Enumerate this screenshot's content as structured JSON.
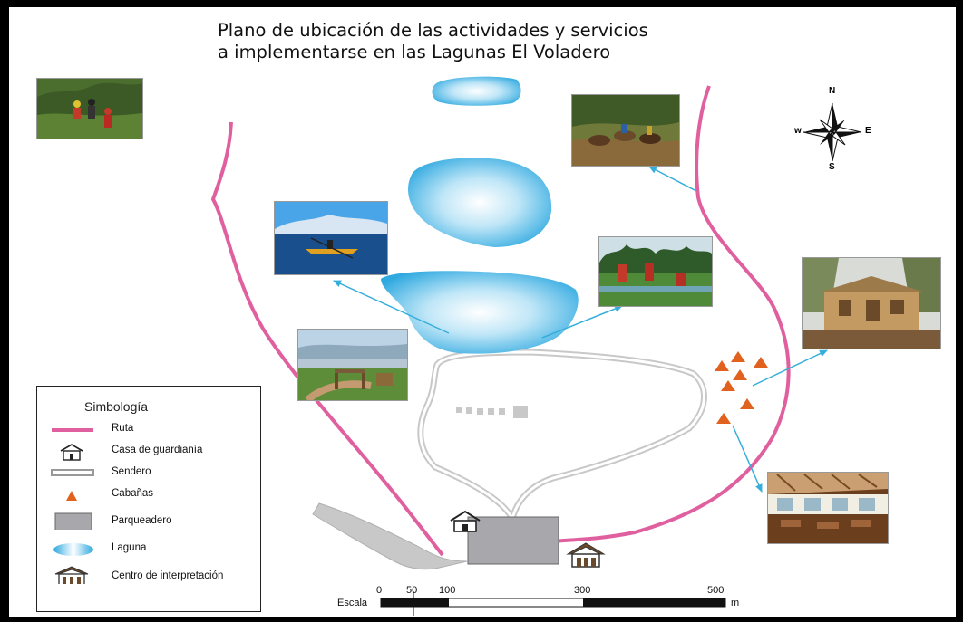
{
  "title": {
    "line1": "Plano de ubicación de las actividades y servicios",
    "line2": "a implementarse en las Lagunas El Voladero"
  },
  "compass": {
    "n": "N",
    "s": "S",
    "e": "E",
    "w": "w"
  },
  "legend": {
    "title": "Simbología",
    "items": [
      {
        "label": "Ruta",
        "symbol": "route-line",
        "color": "#e0609f"
      },
      {
        "label": "Casa de guardianía",
        "symbol": "house-outline"
      },
      {
        "label": "Sendero",
        "symbol": "trail-line",
        "color": "#c8c8c8"
      },
      {
        "label": "Cabañas",
        "symbol": "triangle",
        "color": "#e0621e"
      },
      {
        "label": "Parqueadero",
        "symbol": "gray-rectangle",
        "color": "#a8a8ac"
      },
      {
        "label": "Laguna",
        "symbol": "lagoon-blob",
        "color": "#3fb3e6"
      },
      {
        "label": "Centro de interpretación",
        "symbol": "interpretation-center"
      }
    ]
  },
  "scale": {
    "label": "Escala",
    "unit": "m",
    "ticks": [
      "0",
      "50",
      "100",
      "300",
      "500"
    ]
  },
  "photos": [
    "hikers-photo",
    "horseback-photo",
    "kayak-photo",
    "fishing-photo",
    "cabin-photo",
    "playground-photo",
    "restaurant-photo"
  ],
  "colors": {
    "route": "#e0609f",
    "trail": "#c8c8c8",
    "lagoon": "#3fb3e6",
    "cabin": "#e0621e",
    "parking": "#a8a8ac",
    "arrow": "#35aedb"
  }
}
